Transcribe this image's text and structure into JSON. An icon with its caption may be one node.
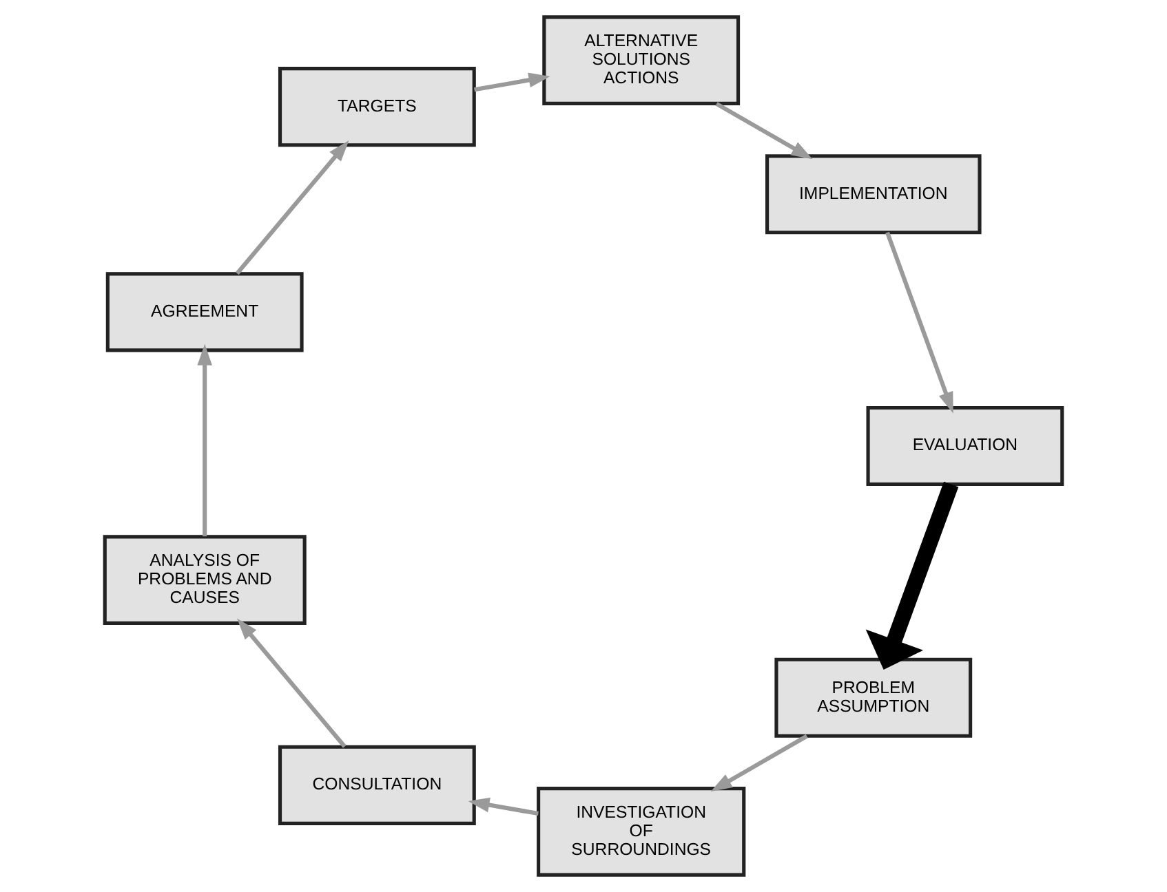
{
  "diagram": {
    "nodes": [
      {
        "text": [
          "PROBLEM ASSUMPTION"
        ]
      },
      {
        "text": [
          "INVESTIGATION OF SURROUNDINGS"
        ]
      },
      {
        "text": [
          "CONSULTATION"
        ]
      },
      {
        "text": [
          "ANALYSIS OF PROBLEMS AND CAUSES"
        ]
      },
      {
        "text": [
          "AGREEMENT"
        ]
      },
      {
        "text": [
          "TARGETS"
        ]
      },
      {
        "text": [
          "ALTERNATIVE SOLUTIONS ACTIONS"
        ]
      },
      {
        "text": [
          "IMPLEMENTATION"
        ]
      },
      {
        "text": [
          "EVALUATION"
        ]
      }
    ],
    "edges": [
      {
        "from": 0,
        "to": 1,
        "arrow": "to"
      },
      {
        "from": 1,
        "to": 2,
        "arrow": "to"
      },
      {
        "from": 2,
        "to": 3,
        "arrow": "to"
      },
      {
        "from": 3,
        "to": 4,
        "arrow": "to"
      },
      {
        "from": 4,
        "to": 5,
        "arrow": "to"
      },
      {
        "from": 5,
        "to": 6,
        "arrow": "to"
      },
      {
        "from": 6,
        "to": 7,
        "arrow": "to"
      },
      {
        "from": 7,
        "to": 8,
        "arrow": "to"
      },
      {
        "from": 8,
        "to": 0,
        "arrow": "to",
        "style": "thick",
        "color": "#000000"
      }
    ]
  }
}
